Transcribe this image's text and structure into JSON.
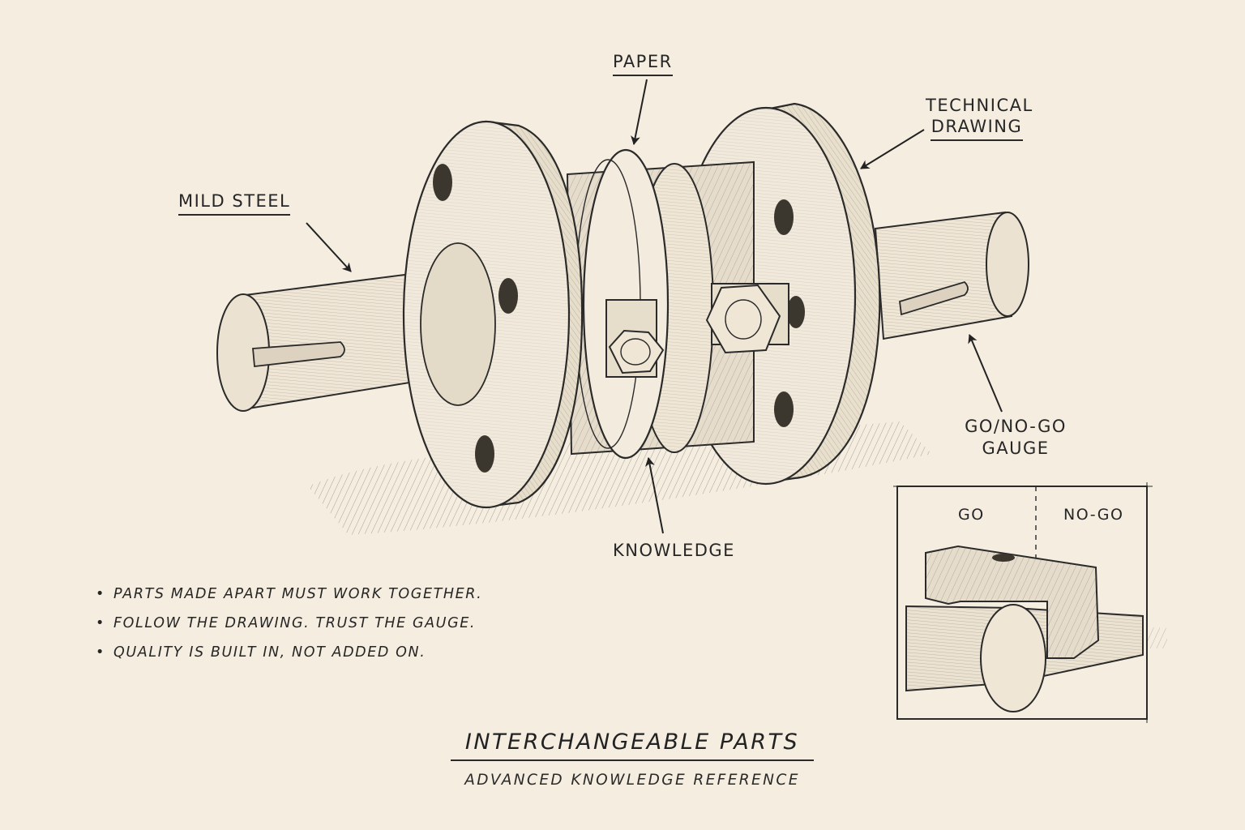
{
  "labels": {
    "paper": "PAPER",
    "technical_drawing_line1": "TECHNICAL",
    "technical_drawing_line2": "DRAWING",
    "mild_steel": "MILD STEEL",
    "gauge_line1": "GO/NO-GO",
    "gauge_line2": "GAUGE",
    "knowledge": "KNOWLEDGE"
  },
  "inset": {
    "go_label": "GO",
    "nogo_label": "NO-GO"
  },
  "notes": [
    "PARTS MADE APART MUST WORK TOGETHER.",
    "FOLLOW THE DRAWING.  TRUST THE GAUGE.",
    "QUALITY IS BUILT IN,  NOT ADDED ON."
  ],
  "footer": {
    "title": "INTERCHANGEABLE  PARTS",
    "subtitle": "ADVANCED  KNOWLEDGE  REFERENCE"
  },
  "colors": {
    "paper_background": "#f4ede0",
    "ink": "#2a2a2a",
    "shade_light": "#e6ddcc",
    "shade_dark": "#b9ad99"
  }
}
